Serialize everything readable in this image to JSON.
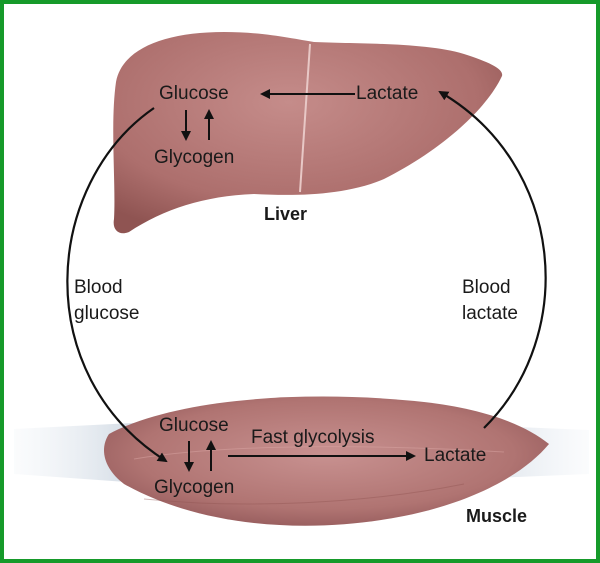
{
  "liver": {
    "label": "Liver",
    "glucose": "Glucose",
    "glycogen": "Glycogen",
    "lactate": "Lactate"
  },
  "muscle": {
    "label": "Muscle",
    "glucose": "Glucose",
    "glycogen": "Glycogen",
    "lactate": "Lactate",
    "process": "Fast glycolysis"
  },
  "blood_glucose": {
    "line1": "Blood",
    "line2": "glucose"
  },
  "blood_lactate": {
    "line1": "Blood",
    "line2": "lactate"
  },
  "colors": {
    "border": "#169a2a",
    "organ": "#b07270",
    "organ_shade": "#8e5351",
    "tendon": "#dde5ee",
    "arrow": "#111111"
  }
}
